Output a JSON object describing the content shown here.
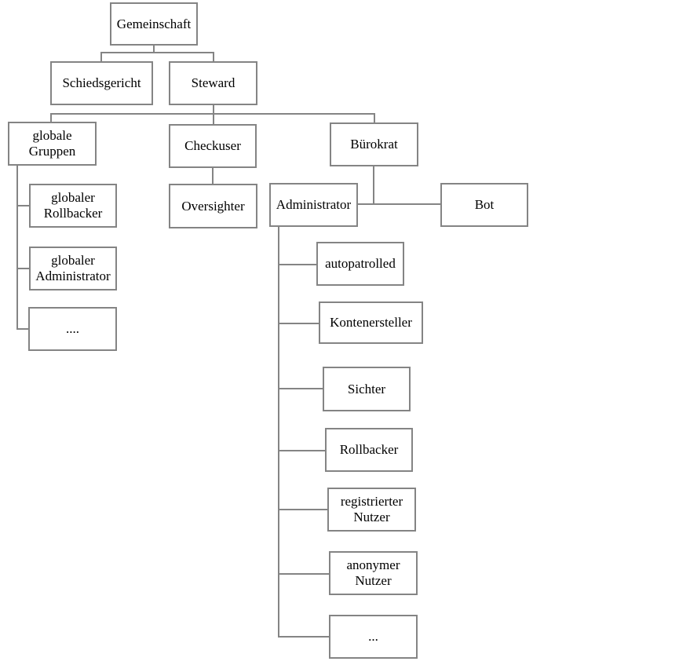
{
  "diagram": {
    "type": "org-chart",
    "language": "de",
    "colors": {
      "line": "#848484",
      "node_border": "#848484",
      "node_background": "#ffffff",
      "text": "#000000",
      "background": "#ffffff"
    },
    "nodes": {
      "gemeinschaft": "Gemeinschaft",
      "schiedsgericht": "Schiedsgericht",
      "steward": "Steward",
      "globale_gruppen": "globale\nGruppen",
      "checkuser": "Checkuser",
      "buerokrat": "Bürokrat",
      "globaler_rollbacker": "globaler\nRollbacker",
      "globaler_administrator": "globaler\nAdministrator",
      "ellipsis_globale_gruppen": "....",
      "oversighter": "Oversighter",
      "administrator": "Administrator",
      "bot": "Bot",
      "autopatrolled": "autopatrolled",
      "kontenersteller": "Kontenersteller",
      "sichter": "Sichter",
      "rollbacker": "Rollbacker",
      "registrierter_nutzer": "registrierter\nNutzer",
      "anonymer_nutzer": "anonymer\nNutzer",
      "ellipsis_administrator": "..."
    },
    "edges": [
      [
        "Gemeinschaft",
        "Schiedsgericht"
      ],
      [
        "Gemeinschaft",
        "Steward"
      ],
      [
        "Steward",
        "globale Gruppen"
      ],
      [
        "Steward",
        "Checkuser"
      ],
      [
        "Steward",
        "Bürokrat"
      ],
      [
        "globale Gruppen",
        "globaler Rollbacker"
      ],
      [
        "globale Gruppen",
        "globaler Administrator"
      ],
      [
        "globale Gruppen",
        "...."
      ],
      [
        "Checkuser",
        "Oversighter"
      ],
      [
        "Bürokrat",
        "Administrator"
      ],
      [
        "Bürokrat",
        "Bot"
      ],
      [
        "Administrator",
        "autopatrolled"
      ],
      [
        "Administrator",
        "Kontenersteller"
      ],
      [
        "Administrator",
        "Sichter"
      ],
      [
        "Administrator",
        "Rollbacker"
      ],
      [
        "Administrator",
        "registrierter Nutzer"
      ],
      [
        "Administrator",
        "anonymer Nutzer"
      ],
      [
        "Administrator",
        "..."
      ]
    ]
  }
}
